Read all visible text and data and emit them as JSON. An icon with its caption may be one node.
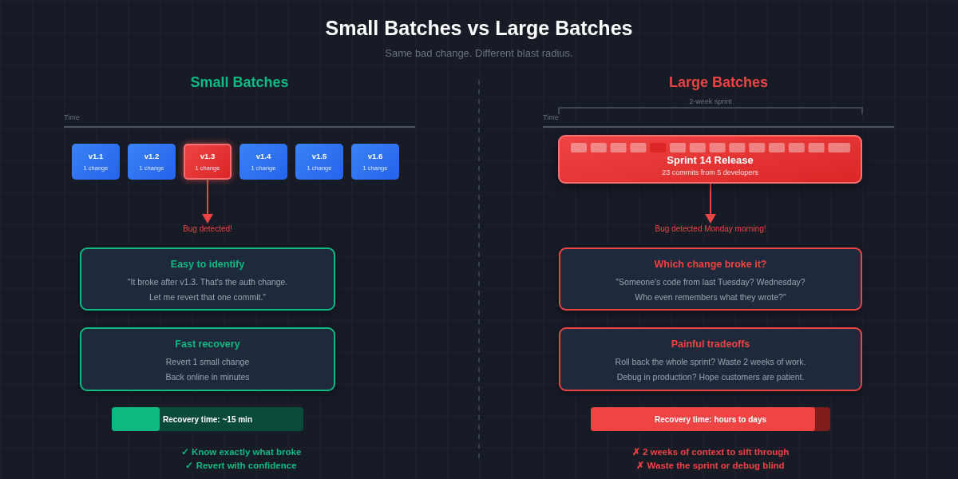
{
  "diagram": {
    "title": "Small Batches vs Large Batches",
    "caption": "Same bad change. Different blast radius.",
    "nodes": [
      {
        "text": [
          "v1.1",
          "1 change"
        ]
      },
      {
        "text": [
          "v1.2",
          "1 change"
        ]
      },
      {
        "text": [
          "v1.3",
          "1 change"
        ]
      },
      {
        "text": [
          "v1.4",
          "1 change"
        ]
      },
      {
        "text": [
          "v1.5",
          "1 change"
        ]
      },
      {
        "text": [
          "v1.6",
          "1 change"
        ]
      },
      {
        "text": [
          "Bug detected!"
        ]
      },
      {
        "text": [
          "Easy to identify",
          "\"It broke after v1.3. That's the auth change. Let me revert that one commit.\""
        ]
      },
      {
        "text": [
          "Fast recovery",
          "Revert 1 small change",
          "Back online in minutes"
        ]
      },
      {
        "text": [
          "Recovery time: ~15 min"
        ]
      },
      {
        "text": [
          "Sprint 14 Release",
          "23 commits from 5 developers"
        ]
      },
      {
        "text": [
          "Bug detected Monday morning!"
        ]
      },
      {
        "text": [
          "Which change broke it?",
          "\"Someone's code from last Tuesday? Wednesday? Who even remembers what they wrote?\""
        ]
      },
      {
        "text": [
          "Painful tradeoffs",
          "Roll back the whole sprint? Waste 2 weeks of work.",
          "Debug in production? Hope customers are patient."
        ]
      },
      {
        "text": [
          "Recovery time: hours to days"
        ]
      }
    ],
    "edges": [
      {
        "from": 2,
        "to": 6,
        "arrow": "to"
      },
      {
        "from": 10,
        "to": 11,
        "arrow": "to"
      }
    ],
    "labels": [
      "Small Batches",
      "Time",
      "✓ Know exactly what broke",
      "✓ Revert with confidence",
      "Large Batches",
      "2-week sprint",
      "Time",
      "✗ 2 weeks of context to sift through",
      "✗ Waste the sprint or debug blind"
    ]
  }
}
